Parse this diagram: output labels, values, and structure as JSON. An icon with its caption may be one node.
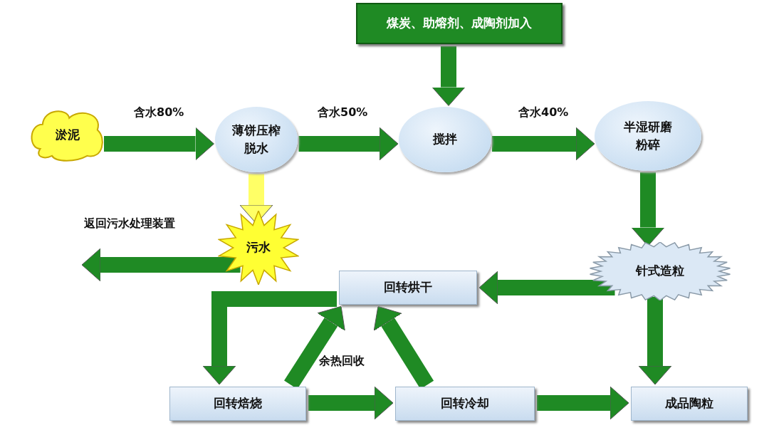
{
  "diagram": {
    "nodes": [
      {
        "text": [
          "淤泥"
        ]
      },
      {
        "text": [
          "薄饼压榨脱水"
        ]
      },
      {
        "text": [
          "煤炭、助熔剂、成陶剂加入"
        ]
      },
      {
        "text": [
          "搅拌"
        ]
      },
      {
        "text": [
          "半湿研磨粉碎"
        ]
      },
      {
        "text": [
          "污水"
        ]
      },
      {
        "text": [
          "针式造粒"
        ]
      },
      {
        "text": [
          "回转烘干"
        ]
      },
      {
        "text": [
          "回转焙烧"
        ]
      },
      {
        "text": [
          "回转冷却"
        ]
      },
      {
        "text": [
          "成品陶粒"
        ]
      }
    ],
    "edges": [
      {
        "from": 0,
        "to": 1,
        "arrow": "to",
        "label": "含水80%"
      },
      {
        "from": 1,
        "to": 3,
        "arrow": "to",
        "label": "含水50%"
      },
      {
        "from": 2,
        "to": 3,
        "arrow": "to"
      },
      {
        "from": 3,
        "to": 4,
        "arrow": "to",
        "label": "含水40%"
      },
      {
        "from": 1,
        "to": 5,
        "arrow": "to",
        "color": "#ffff66"
      },
      {
        "from": 5,
        "to": null,
        "arrow": "to",
        "label": "返回污水处理装置"
      },
      {
        "from": 4,
        "to": 6,
        "arrow": "to"
      },
      {
        "from": 6,
        "to": 7,
        "arrow": "to"
      },
      {
        "from": 6,
        "to": 10,
        "arrow": "to"
      },
      {
        "from": 7,
        "to": 8,
        "arrow": "to"
      },
      {
        "from": 8,
        "to": 7,
        "arrow": "to"
      },
      {
        "from": 9,
        "to": 7,
        "arrow": "to"
      },
      {
        "from": 8,
        "to": 9,
        "arrow": "to"
      },
      {
        "from": 9,
        "to": 10,
        "arrow": "to"
      }
    ],
    "labels": [
      "余热回收"
    ]
  }
}
